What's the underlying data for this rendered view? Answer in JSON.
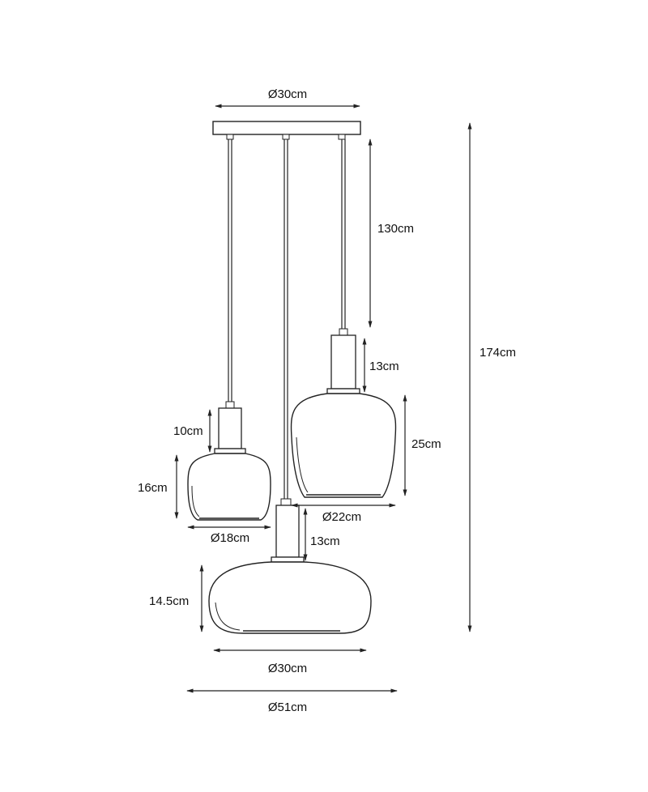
{
  "dimensions": {
    "canopy_diameter": "Ø30cm",
    "cable_length": "130cm",
    "total_height": "174cm",
    "right_holder_height": "13cm",
    "right_shade_height": "25cm",
    "right_shade_diameter": "Ø22cm",
    "left_holder_height": "10cm",
    "left_shade_height": "16cm",
    "left_shade_diameter": "Ø18cm",
    "bottom_holder_height": "13cm",
    "bottom_shade_height": "14.5cm",
    "bottom_shade_diameter": "Ø30cm",
    "overall_diameter": "Ø51cm"
  },
  "colors": {
    "line": "#222222",
    "shade_fill": "#ffffff",
    "text": "#111111"
  }
}
